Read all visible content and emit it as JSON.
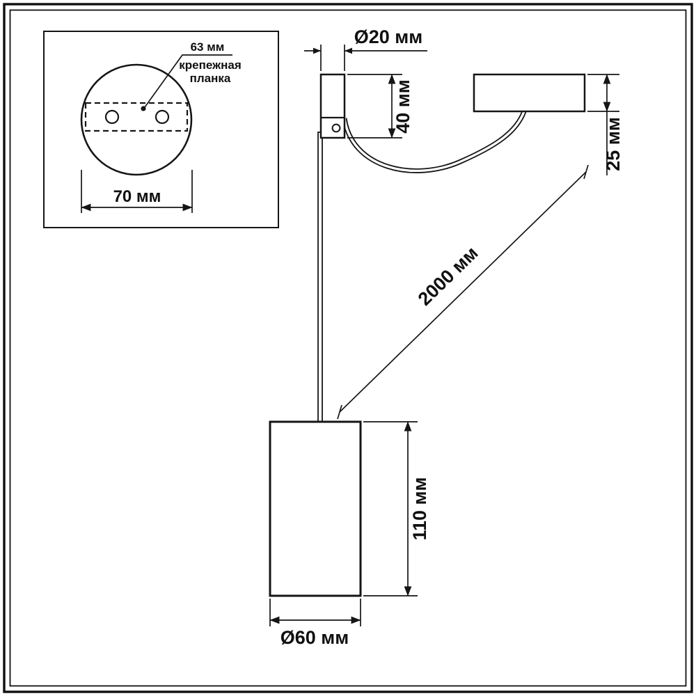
{
  "title": "Pendant lamp dimensional drawing",
  "inset": {
    "dim63": "63 мм",
    "bracket_line1": "крепежная",
    "bracket_line2": "планка",
    "dim70": "70 мм"
  },
  "dims": {
    "d20": "Ø20 мм",
    "d40": "40 мм",
    "d25": "25 мм",
    "d2000": "2000 мм",
    "d110": "110 мм",
    "d60": "Ø60 мм"
  },
  "colors": {
    "ink": "#151515",
    "background": "#ffffff"
  }
}
